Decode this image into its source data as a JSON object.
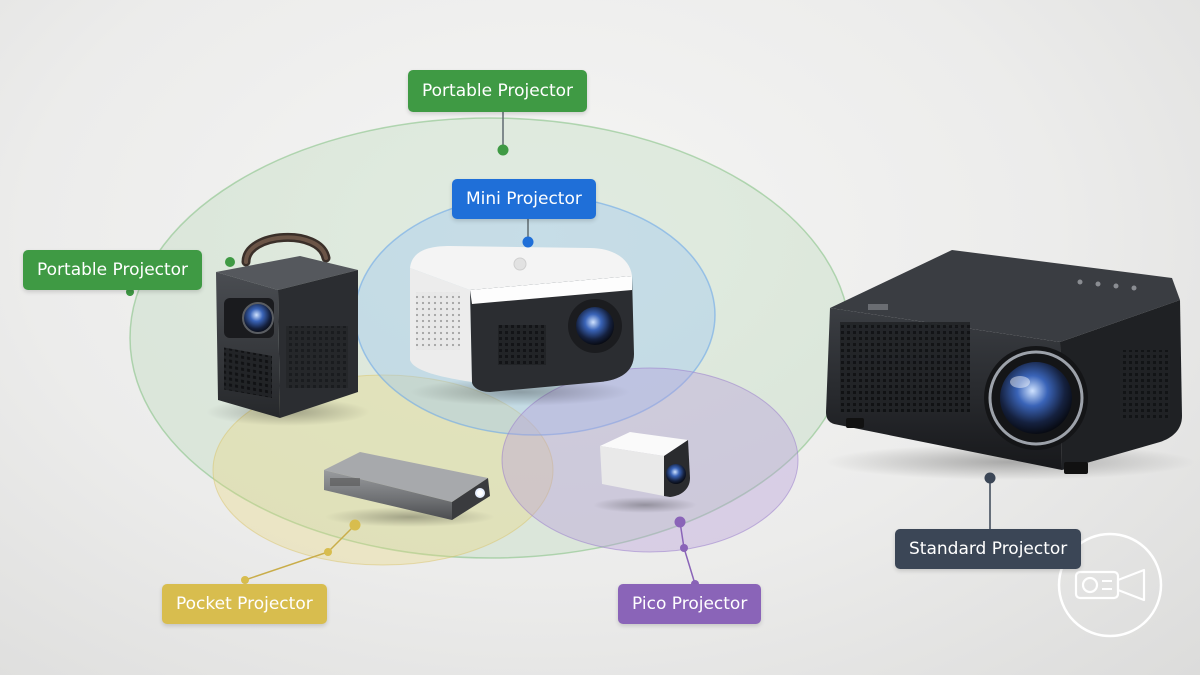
{
  "labels": {
    "portable_top": "Portable Projector",
    "mini": "Mini Projector",
    "portable_left": "Portable Projector",
    "pocket": "Pocket Projector",
    "pico": "Pico Projector",
    "standard": "Standard Projector"
  },
  "colors": {
    "portable": "#3f9a44",
    "mini": "#1f6fd8",
    "pocket": "#d8bd4e",
    "pico": "#8a64b8",
    "standard": "#3b4656"
  },
  "icons": {
    "corner_badge": "projector-icon"
  }
}
